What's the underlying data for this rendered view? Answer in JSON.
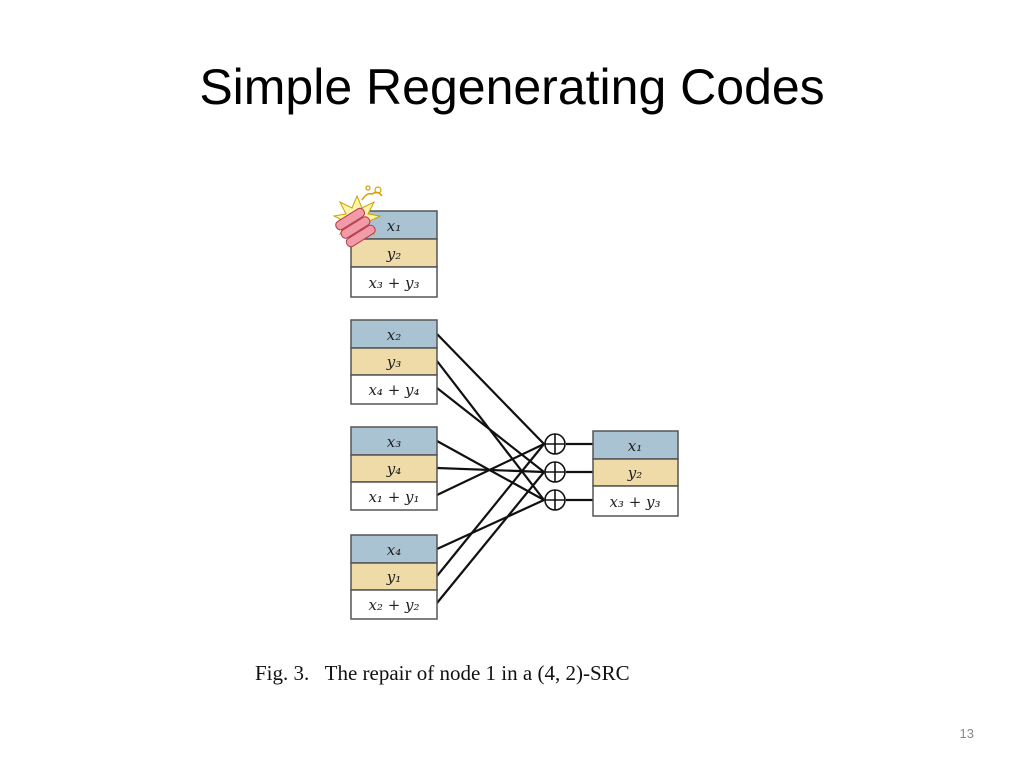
{
  "slide": {
    "title": "Simple Regenerating Codes",
    "page_number": "13"
  },
  "colors": {
    "x_cell": "#a9c3d3",
    "y_cell": "#eedba8",
    "sum_cell": "#ffffff",
    "border": "#555555",
    "line": "#111111"
  },
  "figure": {
    "caption": "Fig. 3.   The repair of node 1 in a (4, 2)-SRC",
    "failed_node_icon": "explosion-icon",
    "xor_symbol": "⊕",
    "nodes": [
      {
        "name": "node-1",
        "failed": true,
        "cells": [
          {
            "text": "x₁",
            "kind": "x"
          },
          {
            "text": "y₂",
            "kind": "y"
          },
          {
            "text": "x₃ + y₃",
            "kind": "sum"
          }
        ]
      },
      {
        "name": "node-2",
        "failed": false,
        "cells": [
          {
            "text": "x₂",
            "kind": "x"
          },
          {
            "text": "y₃",
            "kind": "y"
          },
          {
            "text": "x₄ + y₄",
            "kind": "sum"
          }
        ]
      },
      {
        "name": "node-3",
        "failed": false,
        "cells": [
          {
            "text": "x₃",
            "kind": "x"
          },
          {
            "text": "y₄",
            "kind": "y"
          },
          {
            "text": "x₁ + y₁",
            "kind": "sum"
          }
        ]
      },
      {
        "name": "node-4",
        "failed": false,
        "cells": [
          {
            "text": "x₄",
            "kind": "x"
          },
          {
            "text": "y₁",
            "kind": "y"
          },
          {
            "text": "x₂ + y₂",
            "kind": "sum"
          }
        ]
      }
    ],
    "repaired_node": {
      "name": "node-1-repaired",
      "cells": [
        {
          "text": "x₁",
          "kind": "x"
        },
        {
          "text": "y₂",
          "kind": "y"
        },
        {
          "text": "x₃ + y₃",
          "kind": "sum"
        }
      ]
    }
  }
}
